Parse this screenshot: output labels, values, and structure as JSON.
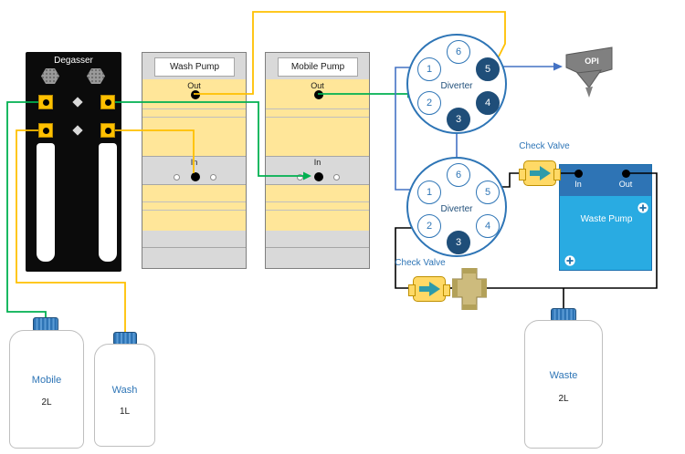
{
  "diagram": {
    "degasser": {
      "title": "Degasser"
    },
    "wash_pump": {
      "title": "Wash Pump",
      "out_label": "Out",
      "in_label": "In"
    },
    "mobile_pump": {
      "title": "Mobile Pump",
      "out_label": "Out",
      "in_label": "In"
    },
    "diverter_top": {
      "label": "Diverter",
      "ports": [
        {
          "n": "1",
          "dark": false
        },
        {
          "n": "2",
          "dark": false
        },
        {
          "n": "3",
          "dark": true
        },
        {
          "n": "4",
          "dark": true
        },
        {
          "n": "5",
          "dark": true
        },
        {
          "n": "6",
          "dark": false
        }
      ]
    },
    "diverter_bottom": {
      "label": "Diverter",
      "ports": [
        {
          "n": "1",
          "dark": false
        },
        {
          "n": "2",
          "dark": false
        },
        {
          "n": "3",
          "dark": true
        },
        {
          "n": "4",
          "dark": false
        },
        {
          "n": "5",
          "dark": false
        },
        {
          "n": "6",
          "dark": false
        }
      ]
    },
    "check_valve_top": {
      "label": "Check Valve"
    },
    "check_valve_bottom": {
      "label": "Check Valve"
    },
    "waste_pump": {
      "title": "Waste Pump",
      "in_label": "In",
      "out_label": "Out"
    },
    "opi": {
      "label": "OPI"
    },
    "bottles": {
      "mobile": {
        "name": "Mobile",
        "volume": "2L"
      },
      "wash": {
        "name": "Wash",
        "volume": "1L"
      },
      "waste": {
        "name": "Waste",
        "volume": "2L"
      }
    },
    "line_colors": {
      "wash": "#FFC000",
      "mobile": "#00B050",
      "transfer": "#4472C4",
      "waste": "#000000"
    }
  }
}
